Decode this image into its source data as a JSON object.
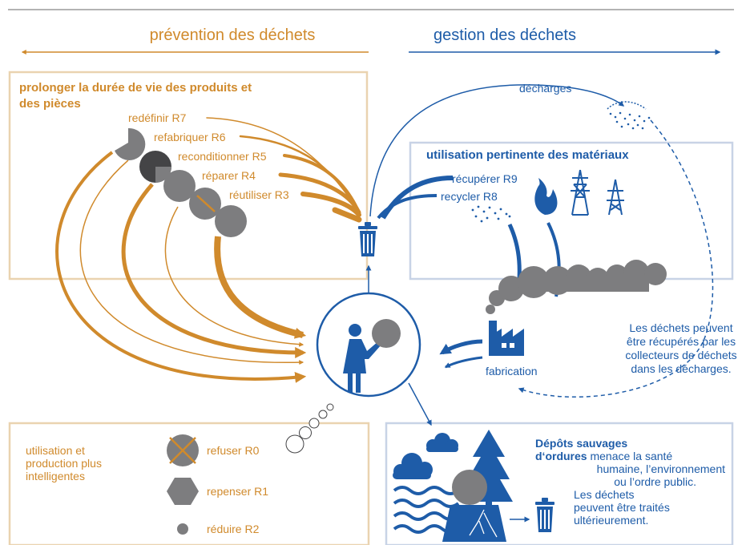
{
  "header": {
    "prevention_title": "prévention des déchets",
    "gestion_title": "gestion des déchets"
  },
  "colors": {
    "orange": "#d08a2c",
    "orange_light": "#ead3b0",
    "blue": "#1e5ca8",
    "blue_light": "#c8d3e6",
    "grey": "#7d7d7f",
    "dark_grey": "#444446"
  },
  "prolonger_box": {
    "title_line1": "prolonger la durée de vie des produits et",
    "title_line2": "des pièces",
    "levels": [
      {
        "label": "redéfinir R7"
      },
      {
        "label": "refabriquer R6"
      },
      {
        "label": "reconditionner R5"
      },
      {
        "label": "réparer R4"
      },
      {
        "label": "réutiliser R3"
      }
    ]
  },
  "materials_box": {
    "title": "utilisation pertinente des matériaux",
    "recuperer": "récupérer R9",
    "recycler": "recycler R8"
  },
  "decharges_label": "décharges",
  "fabrication_label": "fabrication",
  "collectors_note": {
    "line1": "Les déchets peuvent",
    "line2": "être récupérés par les",
    "line3": "collecteurs de déchets",
    "line4": "dans les décharges."
  },
  "smarter_box": {
    "title_line1": "utilisation et",
    "title_line2": "production plus",
    "title_line3": "intelligentes",
    "refuser": "refuser R0",
    "repenser": "repenser R1",
    "reduire": "réduire R2"
  },
  "depots_box": {
    "bold_line1": "Dépôts sauvages",
    "bold_line2": "d‘ordures",
    "rest_line2": " menace la santé",
    "line3": "humaine, l’environnement",
    "line4": "ou l’ordre public.",
    "line5": "Les déchets",
    "line6": "peuvent être traités",
    "line7": "ultérieurement."
  }
}
